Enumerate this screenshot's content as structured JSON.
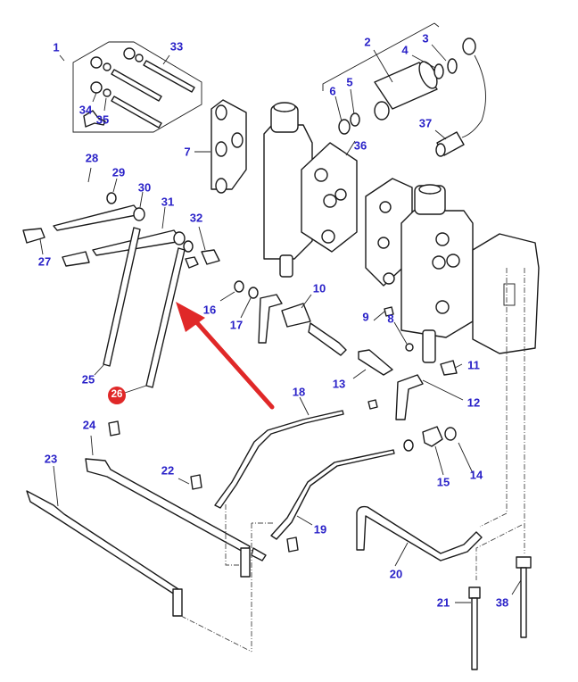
{
  "diagram": {
    "title": "Hydraulic control valve linkage – exploded parts view",
    "label_color": "#2a22c8",
    "highlight_color": "#e02828",
    "arrow_color": "#e02828",
    "highlighted_part": "26",
    "callouts": [
      {
        "id": "1",
        "label": "1"
      },
      {
        "id": "2",
        "label": "2"
      },
      {
        "id": "3",
        "label": "3"
      },
      {
        "id": "4",
        "label": "4"
      },
      {
        "id": "5",
        "label": "5"
      },
      {
        "id": "6",
        "label": "6"
      },
      {
        "id": "7",
        "label": "7"
      },
      {
        "id": "8",
        "label": "8"
      },
      {
        "id": "9",
        "label": "9"
      },
      {
        "id": "10",
        "label": "10"
      },
      {
        "id": "11",
        "label": "11"
      },
      {
        "id": "12",
        "label": "12"
      },
      {
        "id": "13",
        "label": "13"
      },
      {
        "id": "14",
        "label": "14"
      },
      {
        "id": "15",
        "label": "15"
      },
      {
        "id": "16",
        "label": "16"
      },
      {
        "id": "17",
        "label": "17"
      },
      {
        "id": "18",
        "label": "18"
      },
      {
        "id": "19",
        "label": "19"
      },
      {
        "id": "20",
        "label": "20"
      },
      {
        "id": "21",
        "label": "21"
      },
      {
        "id": "22",
        "label": "22"
      },
      {
        "id": "23",
        "label": "23"
      },
      {
        "id": "24",
        "label": "24"
      },
      {
        "id": "25",
        "label": "25"
      },
      {
        "id": "26",
        "label": "26"
      },
      {
        "id": "27",
        "label": "27"
      },
      {
        "id": "28",
        "label": "28"
      },
      {
        "id": "29",
        "label": "29"
      },
      {
        "id": "30",
        "label": "30"
      },
      {
        "id": "31",
        "label": "31"
      },
      {
        "id": "32",
        "label": "32"
      },
      {
        "id": "33",
        "label": "33"
      },
      {
        "id": "34",
        "label": "34"
      },
      {
        "id": "35",
        "label": "35"
      },
      {
        "id": "36",
        "label": "36"
      },
      {
        "id": "37",
        "label": "37"
      },
      {
        "id": "38",
        "label": "38"
      }
    ]
  }
}
